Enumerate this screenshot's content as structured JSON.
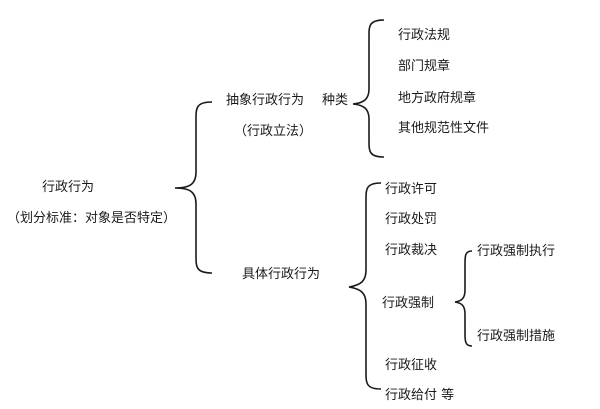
{
  "root": {
    "label": "行政行为",
    "note": "（划分标准：对象是否特定）"
  },
  "abstract": {
    "label": "抽象行政行为",
    "note": "（行政立法）",
    "types_label": "种类",
    "types": [
      "行政法规",
      "部门规章",
      "地方政府规章",
      "其他规范性文件"
    ]
  },
  "specific": {
    "label": "具体行政行为",
    "items": [
      "行政许可",
      "行政处罚",
      "行政裁决",
      "行政强制",
      "行政征收",
      "行政给付 等"
    ],
    "enforcement": {
      "label": "行政强制",
      "subitems": [
        "行政强制执行",
        "行政强制措施"
      ]
    }
  },
  "colors": {
    "text": "#1a1a1a",
    "line": "#1a1a1a",
    "background": "#ffffff"
  }
}
